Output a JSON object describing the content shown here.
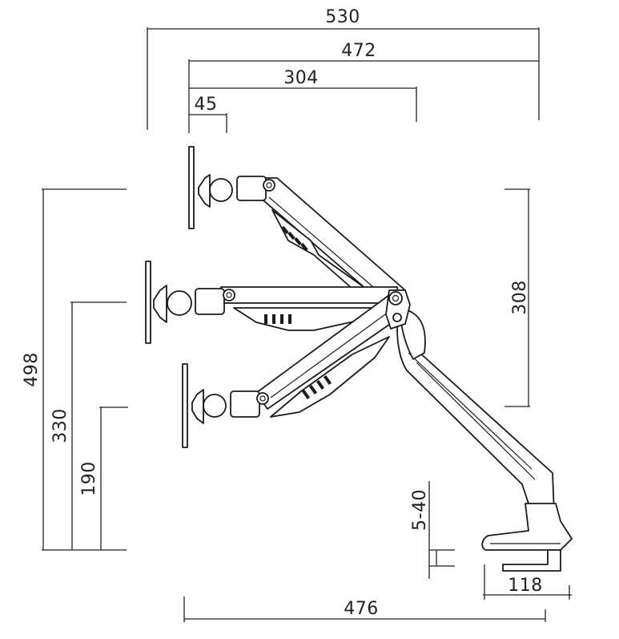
{
  "dimensions": {
    "top": [
      "530",
      "472",
      "304",
      "45"
    ],
    "left": [
      "498",
      "330",
      "190"
    ],
    "right_height": "308",
    "desk_thickness": "5-40",
    "clamp_depth": "118",
    "bottom_width": "476"
  },
  "colors": {
    "line": "#1a1a1a",
    "background": "#ffffff"
  }
}
